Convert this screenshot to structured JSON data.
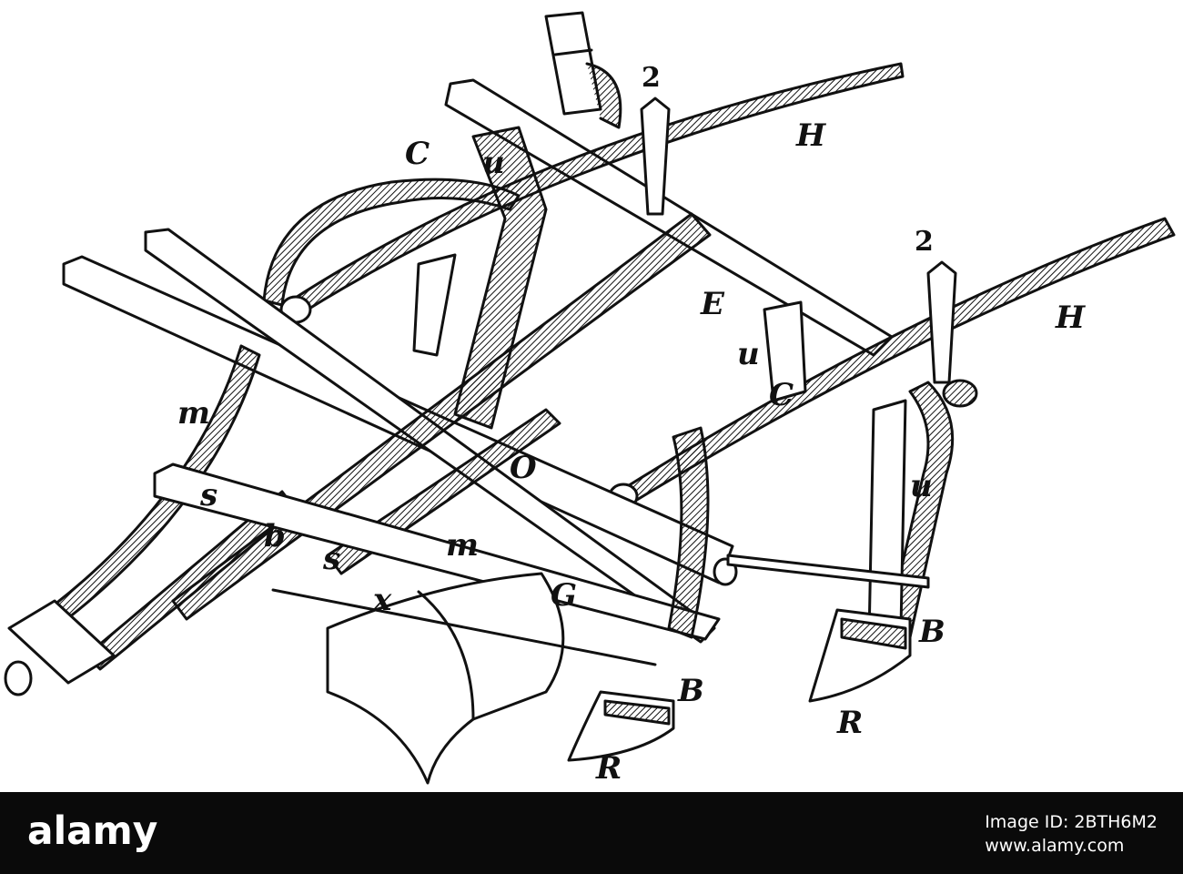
{
  "figure": {
    "labels": {
      "H_top": "H",
      "H_right": "H",
      "two_top": "2",
      "two_right": "2",
      "C": "C",
      "u_top": "u",
      "E": "E",
      "u_mid": "u",
      "C_mid": "C",
      "m_left": "m",
      "O": "O",
      "u_right": "u",
      "s_left": "s",
      "b": "b",
      "s_mid": "s",
      "m_mid": "m",
      "x": "x",
      "G": "G",
      "B_right": "B",
      "R_right": "R",
      "B_bottom": "B",
      "R_bottom": "R"
    }
  },
  "stock": {
    "brand": "alamy",
    "image_id_label": "Image ID: 2BTH6M2",
    "site": "www.alamy.com"
  },
  "colors": {
    "ink": "#111111",
    "bar": "#0a0a0a",
    "paper": "#ffffff"
  }
}
